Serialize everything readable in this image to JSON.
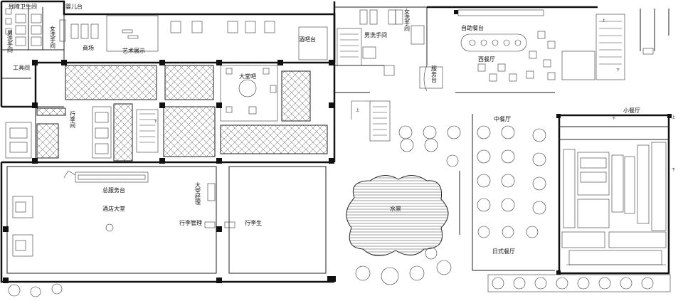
{
  "plan": {
    "labels": {
      "accessible_wc": "残障卫生间",
      "infant_room": "婴儿台",
      "male_wc_left": "男洗手间",
      "female_wc_left": "女洗手间",
      "shop": "商场",
      "art_display": "艺术展示",
      "tool_room": "工具间",
      "bar_counter": "酒吧台",
      "lobby_bar": "大堂吧",
      "luggage_room": "行李间",
      "male_wc_right": "男洗手间",
      "female_wc_right": "女洗手间",
      "buffet_counter": "自助餐台",
      "western_restaurant": "西餐厅",
      "service_counter": "服务台",
      "chinese_restaurant": "中餐厅",
      "front_desk": "总服务台",
      "hotel_lobby": "酒店大堂",
      "concierge": "大堂经理",
      "luggage_manager": "行李管理",
      "bellboy": "行李生",
      "water_feature": "水景",
      "japanese_restaurant": "日式餐厅",
      "small_hall": "小餐厅",
      "up_1": "上",
      "down_1": "下",
      "up_2": "上",
      "down_2": "下",
      "down_3": "下",
      "up_3": "上",
      "down_4": "下"
    },
    "colors": {
      "line": "#111111",
      "background": "#ffffff"
    }
  }
}
